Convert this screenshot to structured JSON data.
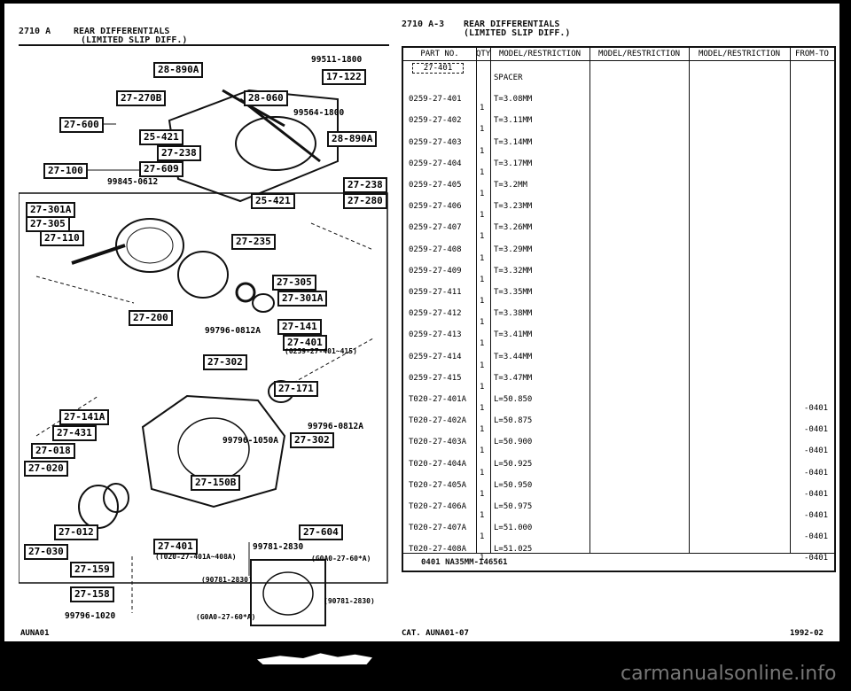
{
  "left_header": {
    "code": "2710 A",
    "title": "REAR DIFFERENTIALS",
    "subtitle": "(LIMITED SLIP DIFF.)"
  },
  "right_header": {
    "code": "2710 A-3",
    "title": "REAR DIFFERENTIALS",
    "subtitle": "(LIMITED SLIP DIFF.)"
  },
  "diagram": {
    "boxes": [
      "28-890A",
      "27-270B",
      "28-060",
      "17-122",
      "27-600",
      "25-421",
      "28-890A",
      "27-238",
      "27-609",
      "27-100",
      "27-238",
      "25-421",
      "27-280",
      "27-301A",
      "27-305",
      "27-110",
      "27-235",
      "27-305",
      "27-301A",
      "27-200",
      "27-141",
      "27-401",
      "27-302",
      "27-171",
      "27-141A",
      "27-431",
      "27-018",
      "27-020",
      "27-302",
      "27-150B",
      "27-012",
      "27-604",
      "27-030",
      "27-401",
      "27-159",
      "27-158"
    ],
    "labels": [
      "99511-1800",
      "99564-1800",
      "99845-0612",
      "99796-0812A",
      "(0259-27-401~415)",
      "99796-0812A",
      "99796-1050A",
      "99781-2830",
      "(T020-27-401A~408A)",
      "(G0A0-27-60*A)",
      "(90781-2830)",
      "(90781-2830)",
      "99796-1020",
      "(G0A0-27-60*A)"
    ]
  },
  "table": {
    "columns": [
      "PART NO.",
      "QTY",
      "MODEL/RESTRICTION",
      "MODEL/RESTRICTION",
      "MODEL/RESTRICTION",
      "FROM-TO"
    ],
    "group_ref": "27-401",
    "rows": [
      {
        "part": "",
        "qty": "",
        "desc": "SPACER",
        "from": ""
      },
      {
        "part": "0259-27-401",
        "qty": "1",
        "desc": "T=3.08MM",
        "from": ""
      },
      {
        "part": "0259-27-402",
        "qty": "1",
        "desc": "T=3.11MM",
        "from": ""
      },
      {
        "part": "0259-27-403",
        "qty": "1",
        "desc": "T=3.14MM",
        "from": ""
      },
      {
        "part": "0259-27-404",
        "qty": "1",
        "desc": "T=3.17MM",
        "from": ""
      },
      {
        "part": "0259-27-405",
        "qty": "1",
        "desc": "T=3.2MM",
        "from": ""
      },
      {
        "part": "0259-27-406",
        "qty": "1",
        "desc": "T=3.23MM",
        "from": ""
      },
      {
        "part": "0259-27-407",
        "qty": "1",
        "desc": "T=3.26MM",
        "from": ""
      },
      {
        "part": "0259-27-408",
        "qty": "1",
        "desc": "T=3.29MM",
        "from": ""
      },
      {
        "part": "0259-27-409",
        "qty": "1",
        "desc": "T=3.32MM",
        "from": ""
      },
      {
        "part": "0259-27-411",
        "qty": "1",
        "desc": "T=3.35MM",
        "from": ""
      },
      {
        "part": "0259-27-412",
        "qty": "1",
        "desc": "T=3.38MM",
        "from": ""
      },
      {
        "part": "0259-27-413",
        "qty": "1",
        "desc": "T=3.41MM",
        "from": ""
      },
      {
        "part": "0259-27-414",
        "qty": "1",
        "desc": "T=3.44MM",
        "from": ""
      },
      {
        "part": "0259-27-415",
        "qty": "1",
        "desc": "T=3.47MM",
        "from": ""
      },
      {
        "part": "T020-27-401A",
        "qty": "1",
        "desc": "L=50.850",
        "from": "-0401"
      },
      {
        "part": "T020-27-402A",
        "qty": "1",
        "desc": "L=50.875",
        "from": "-0401"
      },
      {
        "part": "T020-27-403A",
        "qty": "1",
        "desc": "L=50.900",
        "from": "-0401"
      },
      {
        "part": "T020-27-404A",
        "qty": "1",
        "desc": "L=50.925",
        "from": "-0401"
      },
      {
        "part": "T020-27-405A",
        "qty": "1",
        "desc": "L=50.950",
        "from": "-0401"
      },
      {
        "part": "T020-27-406A",
        "qty": "1",
        "desc": "L=50.975",
        "from": "-0401"
      },
      {
        "part": "T020-27-407A",
        "qty": "1",
        "desc": "L=51.000",
        "from": "-0401"
      },
      {
        "part": "T020-27-408A",
        "qty": "1",
        "desc": "L=51.025",
        "from": "-0401"
      }
    ],
    "note": "0401 NA35MM-146561"
  },
  "footer": {
    "left": "AUNA01",
    "center": "CAT. AUNA01-07",
    "right": "1992-02"
  },
  "watermark": "carmanualsonline.info"
}
